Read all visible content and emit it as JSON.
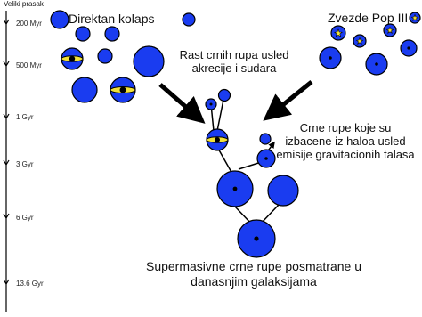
{
  "timeline": {
    "top_label": "Veliki prasak",
    "ticks": [
      "200 Myr",
      "500 Myr",
      "1 Gyr",
      "3 Gyr",
      "6 Gyr",
      "13.6 Gyr"
    ]
  },
  "labels": {
    "direct_collapse": "Direktan kolaps",
    "pop3": "Zvezde Pop III",
    "growth": "Rast crnih rupa usled akrecije i sudara",
    "ejected": "Crne rupe koje su izbacene iz haloa usled emisije gravitacionih talasa",
    "supermassive": "Supermasivne crne rupe posmatrane u danasnjim galaksijama"
  },
  "colors": {
    "halo_fill": "#1a3cf0",
    "halo_stroke": "#000000",
    "star_yellow": "#f2e23a",
    "arrow": "#000000"
  }
}
